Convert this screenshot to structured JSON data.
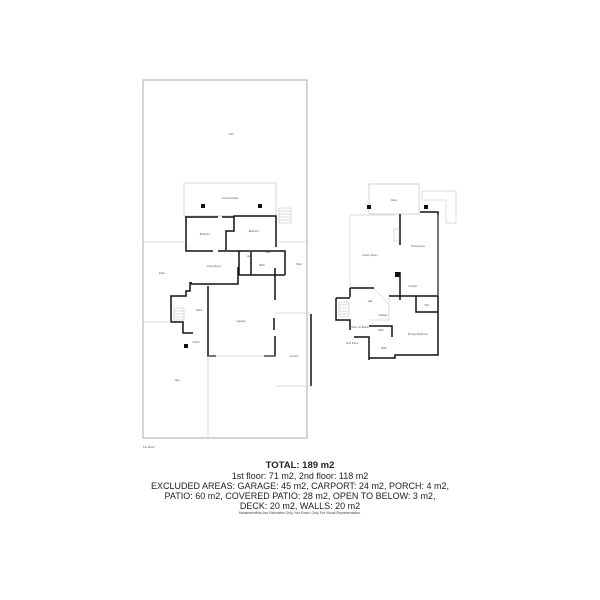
{
  "floor1": {
    "label": "1st Floor",
    "rooms": [
      "Yard",
      "Covered Patio",
      "Bedroom",
      "Bedroom",
      "Hall",
      "Bath",
      "Bath",
      "Living Room",
      "Patio",
      "Patio",
      "Stairs",
      "Garage",
      "Porch",
      "Carport",
      "Yard"
    ]
  },
  "floor2": {
    "label": "2nd Floor",
    "rooms": [
      "Deck",
      "Family Room",
      "Dining Area",
      "Kitchen",
      "WIC",
      "Hall",
      "Hallway",
      "Open To Below",
      "Bath",
      "Primary Bedroom",
      "Bath"
    ]
  },
  "summary": {
    "total": "TOTAL: 189 m2",
    "floors": "1st floor: 71 m2, 2nd floor: 118 m2",
    "excluded_1": "EXCLUDED AREAS: GARAGE: 45 m2, CARPORT: 24 m2, PORCH: 4 m2,",
    "excluded_2": "PATIO: 60 m2, COVERED PATIO: 28 m2, OPEN TO BELOW: 3 m2,",
    "excluded_3": "DECK: 20 m2, WALLS: 20 m2"
  },
  "disclaimer": "Measurements Are Estimates Only. Not Exact. Only For Visual Representation.",
  "colors": {
    "wall": "#111111",
    "boundary": "#bbbbbb"
  }
}
